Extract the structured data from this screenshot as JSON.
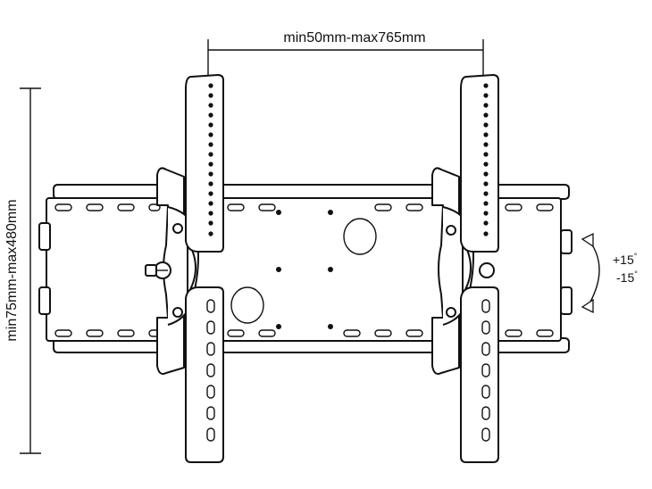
{
  "dimensions": {
    "width_label": "min50mm-max765mm",
    "height_label": "min75mm-max480mm"
  },
  "tilt": {
    "up_label": "+15",
    "down_label": "-15",
    "degree_symbol": "°"
  },
  "colors": {
    "line": "#111111",
    "background": "#ffffff"
  }
}
